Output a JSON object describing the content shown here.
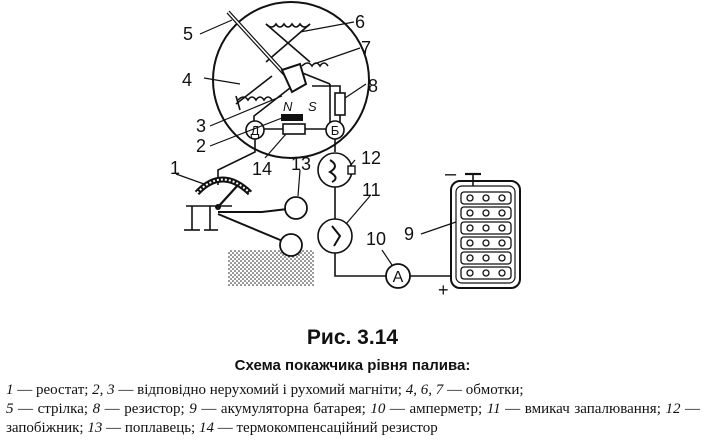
{
  "figure": {
    "title": "Рис. 3.14",
    "subtitle": "Схема покажчика рівня палива:"
  },
  "labels": {
    "n1": "1",
    "n2": "2",
    "n3": "3",
    "n4": "4",
    "n5": "5",
    "n6": "6",
    "n7": "7",
    "n8": "8",
    "n9": "9",
    "n10": "10",
    "n11": "11",
    "n12": "12",
    "n13": "13",
    "n14": "14",
    "pole_n": "N",
    "pole_s": "S",
    "terminal_d": "Д",
    "terminal_b": "Б",
    "ammeter": "A",
    "minus": "–",
    "plus": "+"
  },
  "legend": {
    "l1_num": "1",
    "l1_txt": " — реостат; ",
    "l2_num": "2, 3",
    "l2_txt": " — відповідно нерухомий і рухомий магніти; ",
    "l4_num": "4, 6, 7",
    "l4_txt": " — обмотки;",
    "l5_num": "5",
    "l5_txt": " — стрілка; ",
    "l8_num": "8",
    "l8_txt": " — резистор; ",
    "l9_num": "9",
    "l9_txt": " — акумуляторна батарея; ",
    "l10_num": "10",
    "l10_txt": " — амперметр; ",
    "l11_num": "11",
    "l11_txt": " — вмикач запалювання; ",
    "l12_num": "12",
    "l12_txt": " — запобіжник; ",
    "l13_num": "13",
    "l13_txt": " — поплавець; ",
    "l14_num": "14",
    "l14_txt": " — термокомпенсаційний резистор"
  }
}
